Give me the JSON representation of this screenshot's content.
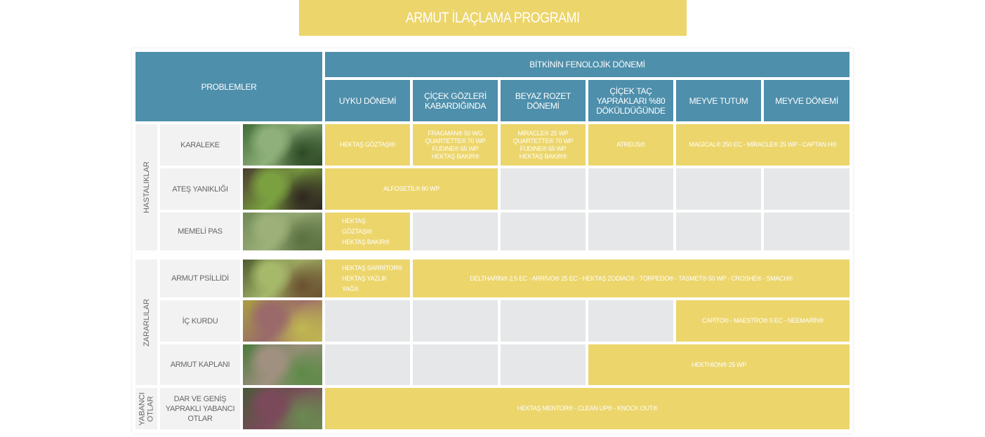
{
  "title": "ARMUT İLAÇLAMA PROGRAMI",
  "header": {
    "problems": "PROBLEMLER",
    "phenology": "BİTKİNİN FENOLOJİK DÖNEMİ",
    "periods": [
      "UYKU DÖNEMİ",
      "ÇİÇEK GÖZLERİ KABARDIĞINDA",
      "BEYAZ ROZET DÖNEMİ",
      "ÇİÇEK TAÇ YAPRAKLARI %80 DÖKÜLDÜĞÜNDE",
      "MEYVE TUTUM",
      "MEYVE DÖNEMİ"
    ]
  },
  "groups": [
    {
      "label": "HASTALIKLAR",
      "rows": [
        0,
        1,
        2
      ]
    },
    {
      "label": "ZARARLILAR",
      "rows": [
        3,
        4,
        5
      ]
    },
    {
      "label": "YABANCI OTLAR",
      "rows": [
        6
      ]
    }
  ],
  "rows": [
    {
      "name": "KARALEKE",
      "image": "karaleke-photo",
      "colors": [
        "#3f6b35",
        "#8fb07a",
        "#2d4a25"
      ],
      "cells": [
        {
          "lines": [
            "HEKTAŞ GÖZTAŞI®"
          ],
          "span": 1
        },
        {
          "lines": [
            "FRAGMAN® 50 WG",
            "QUARTETTE® 70 WP",
            "FUDINE® 65 WP",
            "HEKTAŞ BAKIR®"
          ],
          "span": 1
        },
        {
          "lines": [
            "MİRACLE® 25 WP",
            "QUARTETTE® 70 WP",
            "FUDINE® 65 WP",
            "HEKTAŞ BAKIR®"
          ],
          "span": 1
        },
        {
          "lines": [
            "ATREUS®"
          ],
          "span": 1
        },
        {
          "lines": [
            "MAGİCAL® 250 EC - MİRACLE® 25 WP - CAPTAN H®"
          ],
          "span": 2
        }
      ]
    },
    {
      "name": "ATEŞ YANIKLIĞI",
      "image": "ates-yanikligi-photo",
      "colors": [
        "#4a3a30",
        "#7aa040",
        "#2f2620"
      ],
      "cells": [
        {
          "lines": [
            "ALFOSETİL® 80 WP"
          ],
          "span": 2
        },
        {
          "lines": [],
          "span": 1
        },
        {
          "lines": [],
          "span": 1
        },
        {
          "lines": [],
          "span": 1
        },
        {
          "lines": [],
          "span": 1
        }
      ]
    },
    {
      "name": "MEMELİ PAS",
      "image": "memeli-pas-photo",
      "colors": [
        "#6f8a55",
        "#9db07a",
        "#5a7040"
      ],
      "cells": [
        {
          "lines": [
            "HEKTAŞ",
            "GÖZTAŞI®",
            "HEKTAŞ BAKIR®"
          ],
          "span": 1,
          "align": "left"
        },
        {
          "lines": [],
          "span": 1
        },
        {
          "lines": [],
          "span": 1
        },
        {
          "lines": [],
          "span": 1
        },
        {
          "lines": [],
          "span": 1
        },
        {
          "lines": [],
          "span": 1
        }
      ]
    },
    {
      "name": "ARMUT PSİLLİDİ",
      "image": "armut-psillidi-photo",
      "colors": [
        "#4d5a30",
        "#a6b86a",
        "#6a5030"
      ],
      "cells": [
        {
          "lines": [
            "HEKTAŞ  SARRİTOR®",
            "HEKTAŞ          YAZLIK",
            "YAĞ®"
          ],
          "span": 1,
          "align": "left"
        },
        {
          "lines": [
            "DELTHARİN® 2.5 EC - ARRİVO® 25 EC - HEKTAŞ ZODİAC® - TORPEDO® - TASMET® 50 WP - CROSHE® - SMACH®"
          ],
          "span": 5
        }
      ]
    },
    {
      "name": "İÇ KURDU",
      "image": "ic-kurdu-photo",
      "colors": [
        "#a8a040",
        "#9a6a6a",
        "#c0b850"
      ],
      "cells": [
        {
          "lines": [],
          "span": 1
        },
        {
          "lines": [],
          "span": 1
        },
        {
          "lines": [],
          "span": 1
        },
        {
          "lines": [],
          "span": 1
        },
        {
          "lines": [
            "CAPİTO® - MAESTRO® 5 EC - NEEMARİN®"
          ],
          "span": 2
        }
      ]
    },
    {
      "name": "ARMUT KAPLANI",
      "image": "armut-kaplani-photo",
      "colors": [
        "#4a7a3a",
        "#a09080",
        "#5e8a48"
      ],
      "cells": [
        {
          "lines": [],
          "span": 1
        },
        {
          "lines": [],
          "span": 1
        },
        {
          "lines": [],
          "span": 1
        },
        {
          "lines": [
            "HEKTHİON® 25 WP"
          ],
          "span": 3
        }
      ]
    },
    {
      "name": "DAR VE GENİŞ YAPRAKLI YABANCI OTLAR",
      "image": "yabanci-otlar-photo",
      "colors": [
        "#4a5a3a",
        "#7a4a5a",
        "#6a8a50"
      ],
      "cells": [
        {
          "lines": [
            "HEKTAŞ MENTOR® - CLEAN UP® - KNOCK OUT®"
          ],
          "span": 6
        }
      ]
    }
  ]
}
